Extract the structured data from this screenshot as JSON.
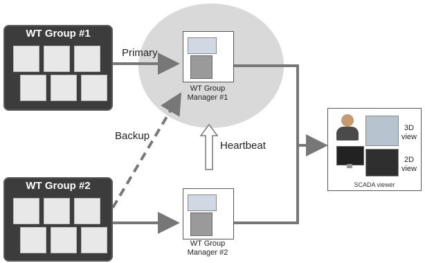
{
  "groups": [
    {
      "title": "WT Group #1"
    },
    {
      "title": "WT Group #2"
    }
  ],
  "managers": [
    {
      "line1": "WT Group",
      "line2": "Manager #1"
    },
    {
      "line1": "WT Group",
      "line2": "Manager #2"
    }
  ],
  "edges": {
    "primary": "Primary",
    "backup": "Backup",
    "heartbeat": "Heartbeat"
  },
  "scada": {
    "caption": "SCADA viewer",
    "view3d_1": "3D",
    "view3d_2": "view",
    "view2d_1": "2D",
    "view2d_2": "view"
  },
  "colors": {
    "group_bg": "#3c3c3c",
    "halo": "#d9d9d9",
    "arrow": "#777777"
  }
}
